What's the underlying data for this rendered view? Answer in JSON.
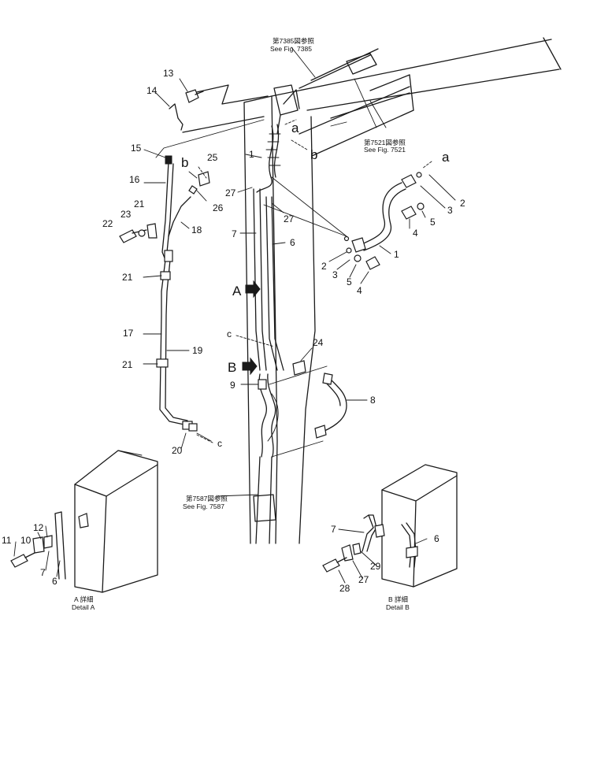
{
  "references": {
    "fig_7385_jp": "第7385図参照",
    "fig_7385_en": "See Fig. 7385",
    "fig_7521_jp": "第7521図参照",
    "fig_7521_en": "See Fig. 7521",
    "fig_7587_jp": "第7587図参照",
    "fig_7587_en": "See Fig. 7587"
  },
  "details": {
    "a_jp": "A 詳細",
    "a_en": "Detail A",
    "b_jp": "B 詳細",
    "b_en": "Detail B"
  },
  "view_markers": {
    "a": "A",
    "b": "B"
  },
  "connection_letters": {
    "a": "a",
    "b": "b",
    "c": "c"
  },
  "part_numbers": {
    "p1": "1",
    "p2": "2",
    "p3": "3",
    "p4": "4",
    "p5": "5",
    "p6": "6",
    "p7": "7",
    "p8": "8",
    "p9": "9",
    "p10": "10",
    "p11": "11",
    "p12": "12",
    "p13": "13",
    "p14": "14",
    "p15": "15",
    "p16": "16",
    "p17": "17",
    "p18": "18",
    "p19": "19",
    "p20": "20",
    "p21": "21",
    "p22": "22",
    "p23": "23",
    "p24": "24",
    "p25": "25",
    "p26": "26",
    "p27": "27",
    "p28": "28",
    "p29": "29"
  }
}
